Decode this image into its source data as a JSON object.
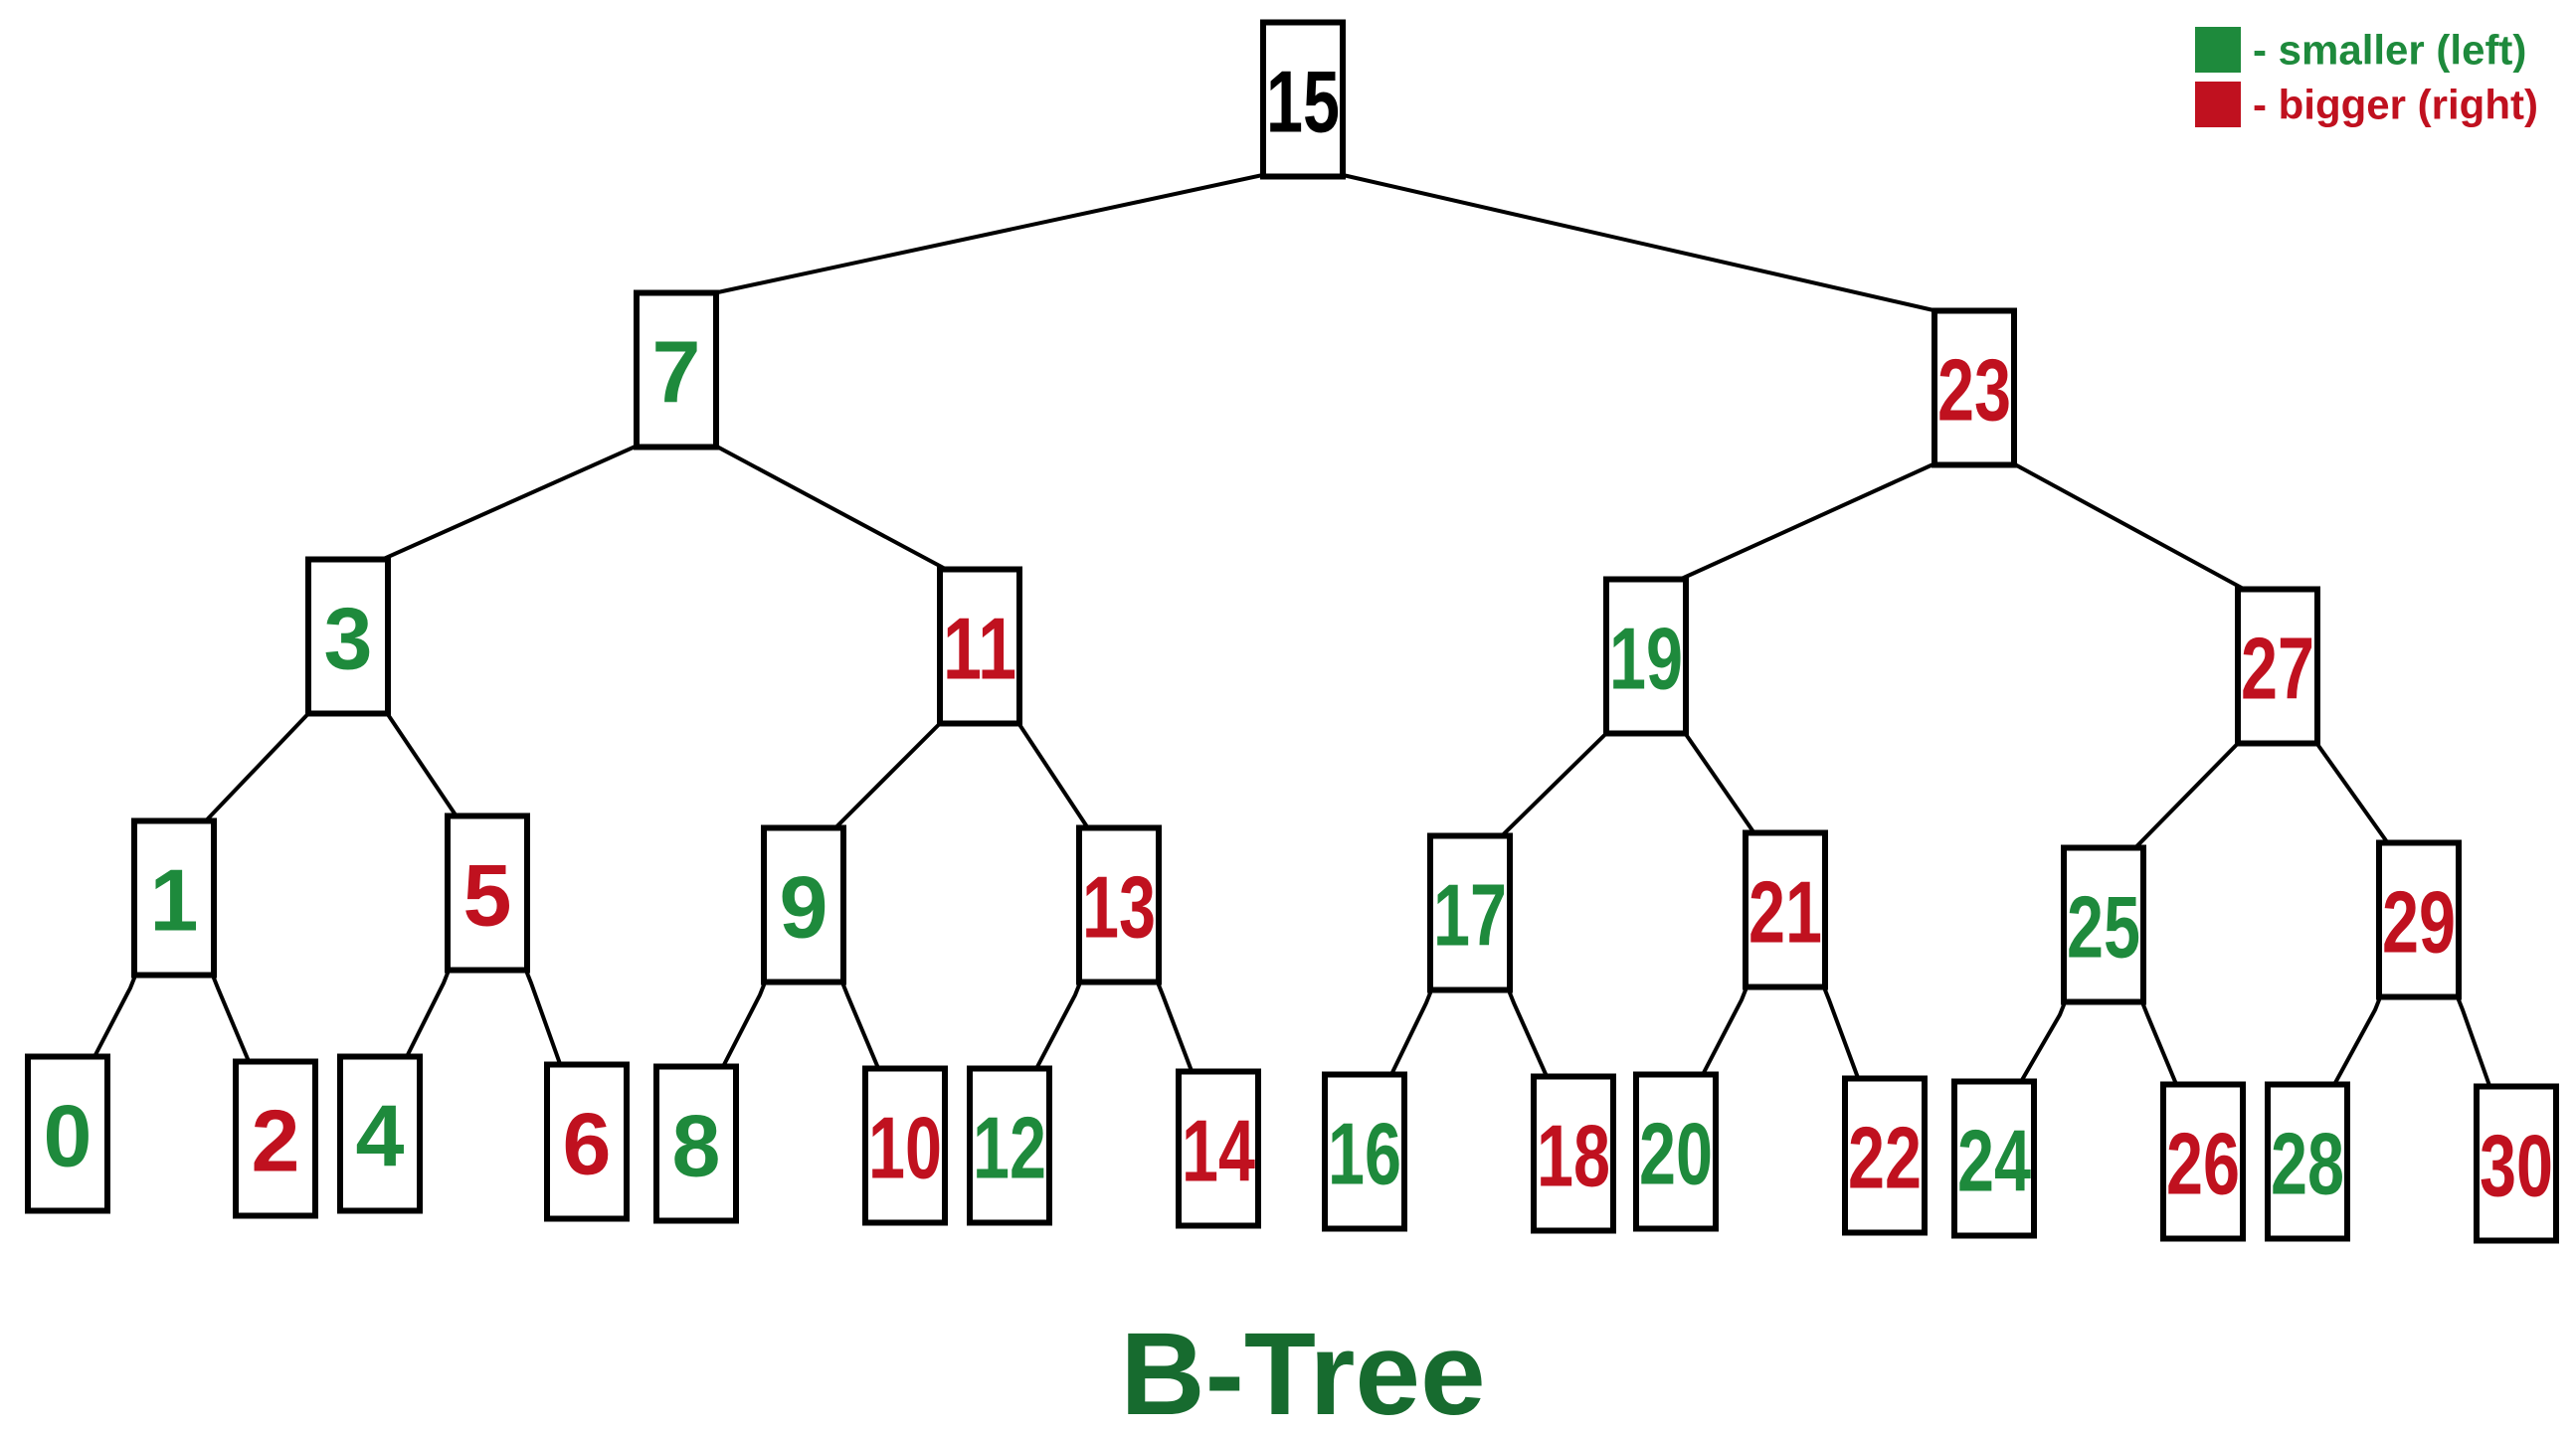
{
  "title": "B-Tree",
  "legend": {
    "smaller": {
      "label": "- smaller (left)",
      "color": "#1e8a3c"
    },
    "bigger": {
      "label": "- bigger (right)",
      "color": "#c0111f"
    }
  },
  "colors": {
    "root": "#000000",
    "left": "#1e8a3c",
    "right": "#c0111f",
    "title": "#176b2f"
  },
  "tree": {
    "root": "15",
    "nodes": [
      {
        "id": "15",
        "side": "root"
      },
      {
        "id": "7",
        "side": "left",
        "parent": "15"
      },
      {
        "id": "23",
        "side": "right",
        "parent": "15"
      },
      {
        "id": "3",
        "side": "left",
        "parent": "7"
      },
      {
        "id": "11",
        "side": "right",
        "parent": "7"
      },
      {
        "id": "19",
        "side": "left",
        "parent": "23"
      },
      {
        "id": "27",
        "side": "right",
        "parent": "23"
      },
      {
        "id": "1",
        "side": "left",
        "parent": "3"
      },
      {
        "id": "5",
        "side": "right",
        "parent": "3"
      },
      {
        "id": "9",
        "side": "left",
        "parent": "11"
      },
      {
        "id": "13",
        "side": "right",
        "parent": "11"
      },
      {
        "id": "17",
        "side": "left",
        "parent": "19"
      },
      {
        "id": "21",
        "side": "right",
        "parent": "19"
      },
      {
        "id": "25",
        "side": "left",
        "parent": "27"
      },
      {
        "id": "29",
        "side": "right",
        "parent": "27"
      },
      {
        "id": "0",
        "side": "left",
        "parent": "1"
      },
      {
        "id": "2",
        "side": "right",
        "parent": "1"
      },
      {
        "id": "4",
        "side": "left",
        "parent": "5"
      },
      {
        "id": "6",
        "side": "right",
        "parent": "5"
      },
      {
        "id": "8",
        "side": "left",
        "parent": "9"
      },
      {
        "id": "10",
        "side": "right",
        "parent": "9"
      },
      {
        "id": "12",
        "side": "left",
        "parent": "13"
      },
      {
        "id": "14",
        "side": "right",
        "parent": "13"
      },
      {
        "id": "16",
        "side": "left",
        "parent": "17"
      },
      {
        "id": "18",
        "side": "right",
        "parent": "17"
      },
      {
        "id": "20",
        "side": "left",
        "parent": "21"
      },
      {
        "id": "22",
        "side": "right",
        "parent": "21"
      },
      {
        "id": "24",
        "side": "left",
        "parent": "25"
      },
      {
        "id": "26",
        "side": "right",
        "parent": "25"
      },
      {
        "id": "28",
        "side": "left",
        "parent": "29"
      },
      {
        "id": "30",
        "side": "right",
        "parent": "29"
      }
    ]
  }
}
